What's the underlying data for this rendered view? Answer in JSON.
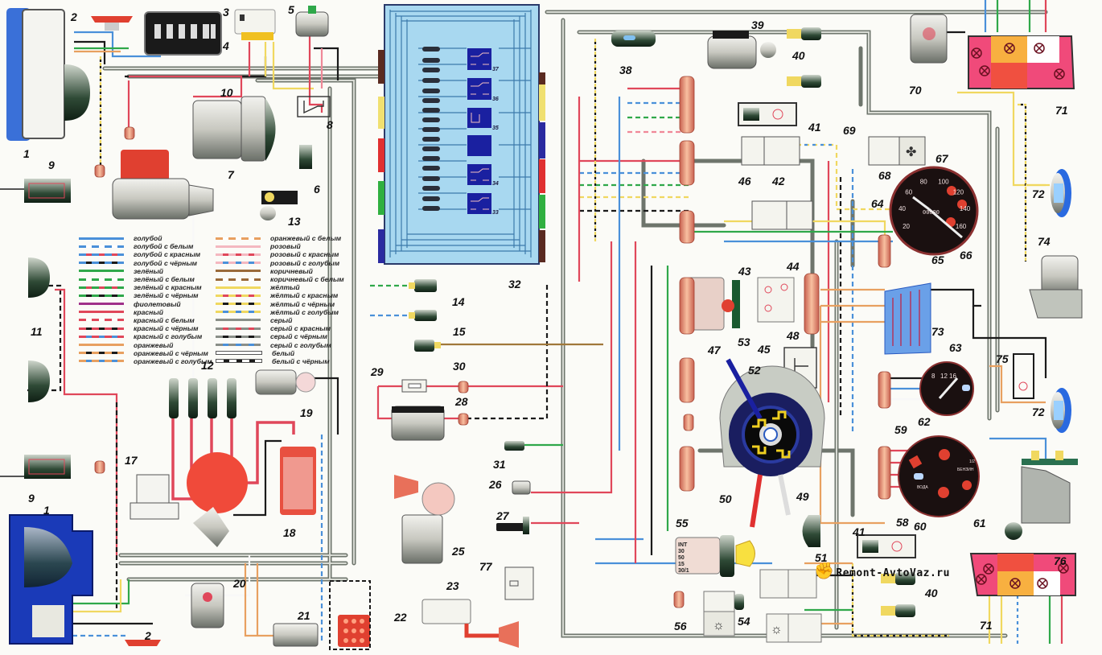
{
  "diagram": {
    "type": "vehicle-wiring-diagram",
    "watermark": "Remont-AvtoVaz.ru",
    "colors": {
      "blue": "#4a90d9",
      "red": "#e0475a",
      "green": "#2fa84a",
      "black": "#1a1a1a",
      "yellow": "#f0d860",
      "orange": "#e8a060",
      "brown": "#9a6a3a",
      "gray": "#8a8f88",
      "pink": "#f08898",
      "violet": "#a0308a",
      "fuse_box": "#a8d8f0",
      "relay_blue": "#1a20a0"
    },
    "fuse_block_label": "32",
    "fuse_relays": [
      "37",
      "36",
      "35",
      "34",
      "33"
    ],
    "callouts": [
      {
        "id": "1",
        "label": "1"
      },
      {
        "id": "2",
        "label": "2"
      },
      {
        "id": "3",
        "label": "3"
      },
      {
        "id": "4",
        "label": "4"
      },
      {
        "id": "5",
        "label": "5"
      },
      {
        "id": "6",
        "label": "6"
      },
      {
        "id": "7",
        "label": "7"
      },
      {
        "id": "8",
        "label": "8"
      },
      {
        "id": "9",
        "label": "9"
      },
      {
        "id": "10",
        "label": "10"
      },
      {
        "id": "11",
        "label": "11"
      },
      {
        "id": "12",
        "label": "12"
      },
      {
        "id": "13",
        "label": "13"
      },
      {
        "id": "14",
        "label": "14"
      },
      {
        "id": "15",
        "label": "15"
      },
      {
        "id": "17",
        "label": "17"
      },
      {
        "id": "18",
        "label": "18"
      },
      {
        "id": "19",
        "label": "19"
      },
      {
        "id": "20",
        "label": "20"
      },
      {
        "id": "21",
        "label": "21"
      },
      {
        "id": "22",
        "label": "22"
      },
      {
        "id": "23",
        "label": "23"
      },
      {
        "id": "25",
        "label": "25"
      },
      {
        "id": "26",
        "label": "26"
      },
      {
        "id": "27",
        "label": "27"
      },
      {
        "id": "28",
        "label": "28"
      },
      {
        "id": "29",
        "label": "29"
      },
      {
        "id": "30",
        "label": "30"
      },
      {
        "id": "31",
        "label": "31"
      },
      {
        "id": "32",
        "label": "32"
      },
      {
        "id": "38",
        "label": "38"
      },
      {
        "id": "39",
        "label": "39"
      },
      {
        "id": "40",
        "label": "40"
      },
      {
        "id": "41",
        "label": "41"
      },
      {
        "id": "42",
        "label": "42"
      },
      {
        "id": "43",
        "label": "43"
      },
      {
        "id": "44",
        "label": "44"
      },
      {
        "id": "45",
        "label": "45"
      },
      {
        "id": "46",
        "label": "46"
      },
      {
        "id": "47",
        "label": "47"
      },
      {
        "id": "48",
        "label": "48"
      },
      {
        "id": "49",
        "label": "49"
      },
      {
        "id": "50",
        "label": "50"
      },
      {
        "id": "51",
        "label": "51"
      },
      {
        "id": "52",
        "label": "52"
      },
      {
        "id": "53",
        "label": "53"
      },
      {
        "id": "54",
        "label": "54"
      },
      {
        "id": "55",
        "label": "55"
      },
      {
        "id": "56",
        "label": "56"
      },
      {
        "id": "58",
        "label": "58"
      },
      {
        "id": "59",
        "label": "59"
      },
      {
        "id": "60",
        "label": "60"
      },
      {
        "id": "61",
        "label": "61"
      },
      {
        "id": "62",
        "label": "62"
      },
      {
        "id": "63",
        "label": "63"
      },
      {
        "id": "64",
        "label": "64"
      },
      {
        "id": "65",
        "label": "65"
      },
      {
        "id": "66",
        "label": "66"
      },
      {
        "id": "67",
        "label": "67"
      },
      {
        "id": "68",
        "label": "68"
      },
      {
        "id": "69",
        "label": "69"
      },
      {
        "id": "70",
        "label": "70"
      },
      {
        "id": "71",
        "label": "71"
      },
      {
        "id": "72",
        "label": "72"
      },
      {
        "id": "73",
        "label": "73"
      },
      {
        "id": "74",
        "label": "74"
      },
      {
        "id": "75",
        "label": "75"
      },
      {
        "id": "76",
        "label": "76"
      },
      {
        "id": "77",
        "label": "77"
      }
    ],
    "speedometer": {
      "ticks": [
        "20",
        "40",
        "60",
        "80",
        "100",
        "120",
        "140",
        "160"
      ],
      "odometer": "00000"
    },
    "voltmeter": {
      "ticks": [
        "8",
        "12",
        "16"
      ]
    },
    "ignition_switch": {
      "positions": [
        "INT",
        "30",
        "50",
        "15",
        "30/1"
      ]
    },
    "gauge_cluster": {
      "labels": [
        "ВОДА",
        "БЕНЗИН",
        "1/2"
      ]
    }
  },
  "legend": {
    "left": [
      {
        "label": "голубой",
        "c1": "#4a90d9",
        "c2": null
      },
      {
        "label": "голубой с белым",
        "c1": "#4a90d9",
        "c2": "#ffffff"
      },
      {
        "label": "голубой с красным",
        "c1": "#4a90d9",
        "c2": "#e0475a"
      },
      {
        "label": "голубой с чёрным",
        "c1": "#4a90d9",
        "c2": "#1a1a1a"
      },
      {
        "label": "зелёный",
        "c1": "#2fa84a",
        "c2": null
      },
      {
        "label": "зелёный с белым",
        "c1": "#2fa84a",
        "c2": "#ffffff"
      },
      {
        "label": "зелёный с красным",
        "c1": "#2fa84a",
        "c2": "#e0475a"
      },
      {
        "label": "зелёный с чёрным",
        "c1": "#2fa84a",
        "c2": "#1a1a1a"
      },
      {
        "label": "фиолетовый",
        "c1": "#a0308a",
        "c2": null
      },
      {
        "label": "красный",
        "c1": "#e0475a",
        "c2": null
      },
      {
        "label": "красный с белым",
        "c1": "#e0475a",
        "c2": "#ffffff"
      },
      {
        "label": "красный с чёрным",
        "c1": "#e0475a",
        "c2": "#1a1a1a"
      },
      {
        "label": "красный с голубым",
        "c1": "#e0475a",
        "c2": "#4a90d9"
      },
      {
        "label": "оранжевый",
        "c1": "#e8a060",
        "c2": null
      },
      {
        "label": "оранжевый с чёрным",
        "c1": "#e8a060",
        "c2": "#1a1a1a"
      },
      {
        "label": "оранжевый с голубым",
        "c1": "#e8a060",
        "c2": "#4a90d9"
      }
    ],
    "right": [
      {
        "label": "оранжевый с белым",
        "c1": "#e8a060",
        "c2": "#ffffff"
      },
      {
        "label": "розовый",
        "c1": "#f4b8c0",
        "c2": null
      },
      {
        "label": "розовый с красным",
        "c1": "#f4b8c0",
        "c2": "#e0475a"
      },
      {
        "label": "розовый с голубым",
        "c1": "#f4b8c0",
        "c2": "#4a90d9"
      },
      {
        "label": "коричневый",
        "c1": "#9a6a3a",
        "c2": null
      },
      {
        "label": "коричневый с белым",
        "c1": "#9a6a3a",
        "c2": "#ffffff"
      },
      {
        "label": "жёлтый",
        "c1": "#f0d860",
        "c2": null
      },
      {
        "label": "жёлтый с красным",
        "c1": "#f0d860",
        "c2": "#e0475a"
      },
      {
        "label": "жёлтый с чёрным",
        "c1": "#f0d860",
        "c2": "#1a1a1a"
      },
      {
        "label": "жёлтый с голубым",
        "c1": "#f0d860",
        "c2": "#4a90d9"
      },
      {
        "label": "серый",
        "c1": "#8a8f88",
        "c2": null
      },
      {
        "label": "серый с красным",
        "c1": "#8a8f88",
        "c2": "#e0475a"
      },
      {
        "label": "серый с чёрным",
        "c1": "#8a8f88",
        "c2": "#1a1a1a"
      },
      {
        "label": "серый с голубым",
        "c1": "#8a8f88",
        "c2": "#4a90d9"
      },
      {
        "label": "белый",
        "c1": "#ffffff",
        "c2": null
      },
      {
        "label": "белый с чёрным",
        "c1": "#ffffff",
        "c2": "#1a1a1a"
      }
    ]
  }
}
